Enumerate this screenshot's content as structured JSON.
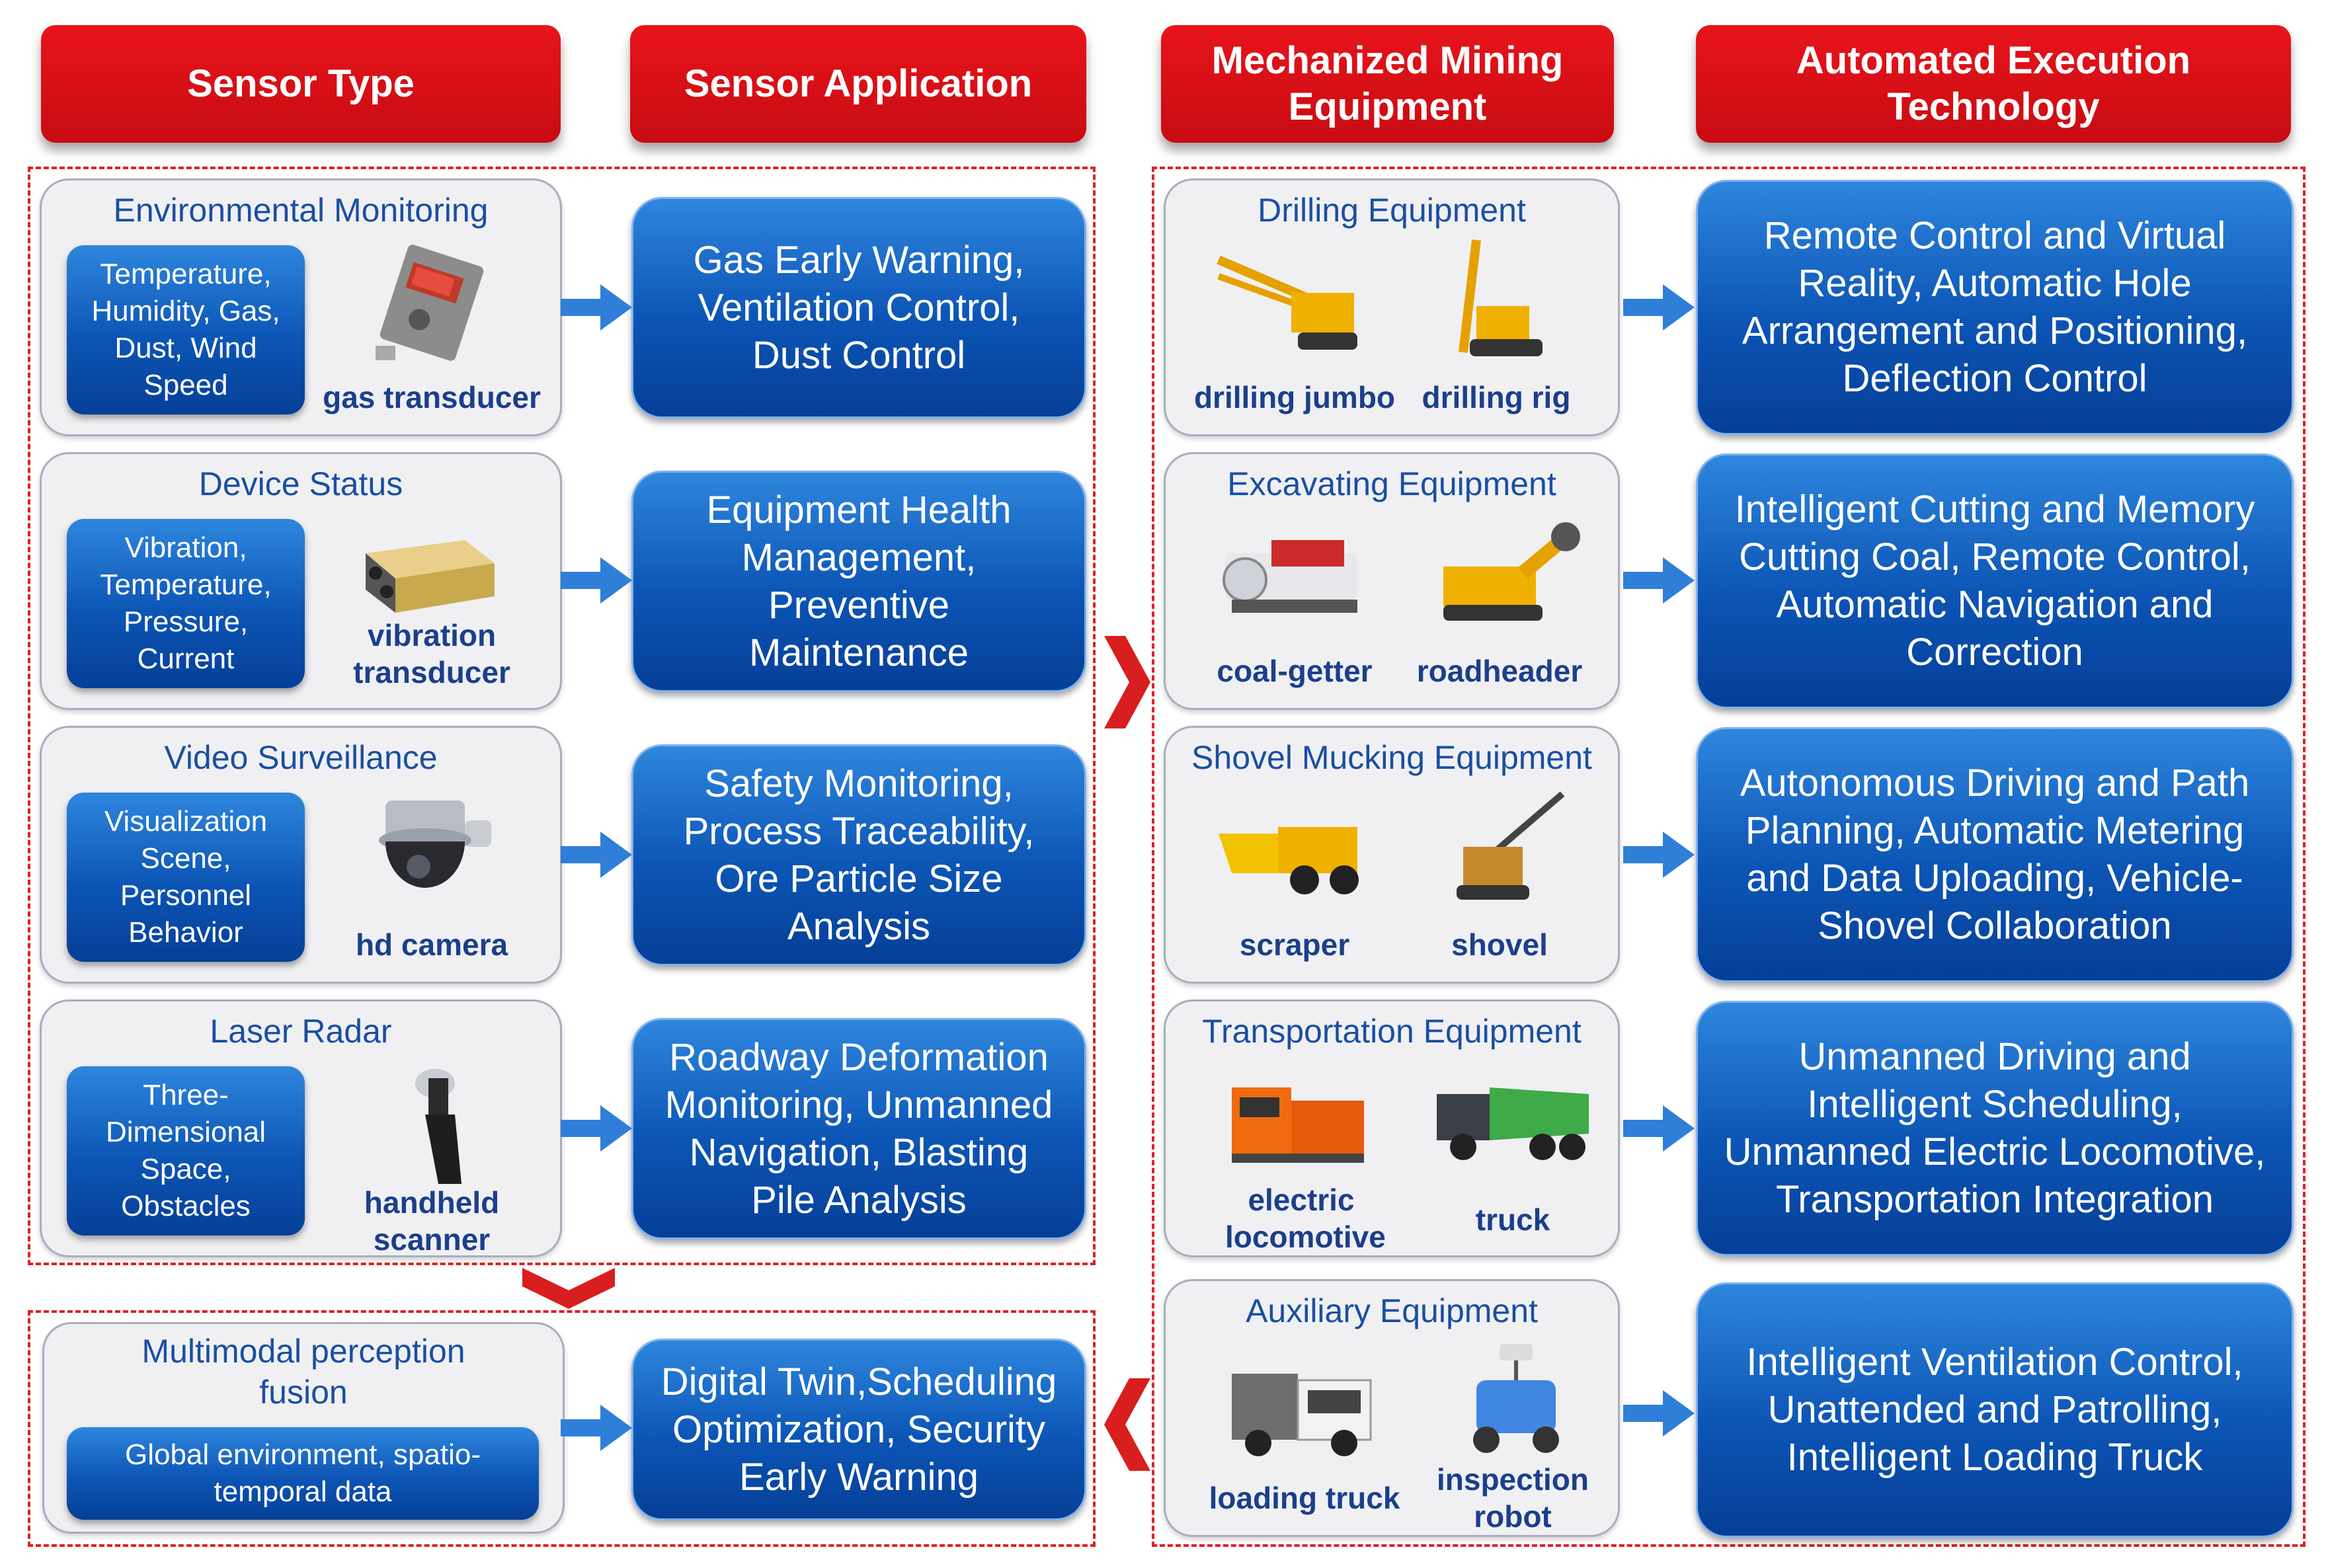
{
  "headers": {
    "sensor_type": "Sensor Type",
    "sensor_application": "Sensor Application",
    "mechanized_mining_equipment": "Mechanized Mining Equipment",
    "automated_execution_technology": "Automated Execution Technology"
  },
  "sensors": [
    {
      "title": "Environmental Monitoring",
      "params": "Temperature, Humidity, Gas, Dust, Wind Speed",
      "device": "gas transducer",
      "device_icon": "gas-transducer-icon",
      "application": "Gas Early Warning, Ventilation Control, Dust Control"
    },
    {
      "title": "Device Status",
      "params": "Vibration, Temperature, Pressure, Current",
      "device": "vibration transducer",
      "device_icon": "vibration-transducer-icon",
      "application": "Equipment Health Management, Preventive Maintenance"
    },
    {
      "title": "Video Surveillance",
      "params": "Visualization Scene, Personnel Behavior",
      "device": "hd camera",
      "device_icon": "camera-icon",
      "application": "Safety Monitoring, Process Traceability, Ore Particle Size Analysis"
    },
    {
      "title": "Laser Radar",
      "params": "Three-Dimensional Space, Obstacles",
      "device": "handheld scanner",
      "device_icon": "handheld-scanner-icon",
      "application": "Roadway Deformation Monitoring, Unmanned Navigation, Blasting Pile Analysis"
    }
  ],
  "fusion": {
    "title": "Multimodal perception fusion",
    "params": "Global environment, spatio-temporal data",
    "application": "Digital Twin,Scheduling Optimization, Security Early Warning"
  },
  "equipment": [
    {
      "title": "Drilling Equipment",
      "items": [
        "drilling jumbo",
        "drilling rig"
      ],
      "technology": "Remote Control and Virtual Reality, Automatic Hole Arrangement and Positioning, Deflection Control"
    },
    {
      "title": "Excavating Equipment",
      "items": [
        "coal-getter",
        "roadheader"
      ],
      "technology": "Intelligent Cutting and Memory Cutting Coal, Remote Control, Automatic Navigation and Correction"
    },
    {
      "title": "Shovel Mucking Equipment",
      "items": [
        "scraper",
        "shovel"
      ],
      "technology": "Autonomous Driving and Path Planning, Automatic Metering and Data Uploading, Vehicle-Shovel Collaboration"
    },
    {
      "title": "Transportation Equipment",
      "items": [
        "electric locomotive",
        "truck"
      ],
      "technology": "Unmanned Driving and Intelligent Scheduling, Unmanned Electric Locomotive, Transportation Integration"
    },
    {
      "title": "Auxiliary Equipment",
      "items": [
        "loading truck",
        "inspection robot"
      ],
      "technology": "Intelligent Ventilation Control, Unattended and Patrolling, Intelligent Loading Truck"
    }
  ],
  "colors": {
    "header_red": "#d3111a",
    "box_blue": "#0c55b5",
    "label_blue": "#1b3f8a",
    "dash_red": "#e02020"
  }
}
